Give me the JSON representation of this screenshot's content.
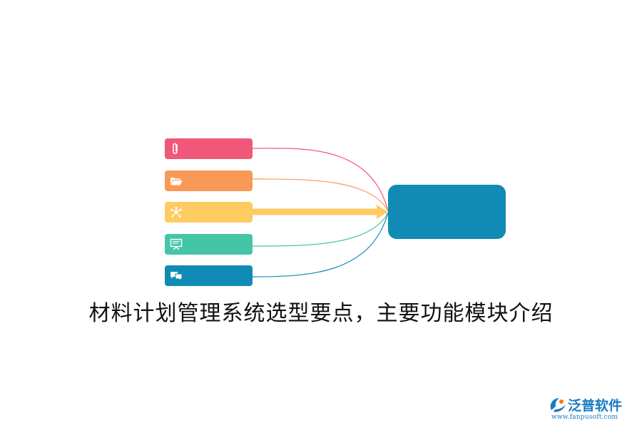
{
  "title": "材料计划管理系统选型要点，主要功能模块介绍",
  "diagram": {
    "hub": {
      "color": "#118bb6"
    },
    "items": [
      {
        "icon": "paperclip-icon",
        "color": "#f0587a"
      },
      {
        "icon": "folder-open-icon",
        "color": "#f89a55"
      },
      {
        "icon": "network-icon",
        "color": "#fecb62"
      },
      {
        "icon": "presentation-icon",
        "color": "#45c5a8"
      },
      {
        "icon": "chat-bubbles-icon",
        "color": "#118bb6"
      }
    ]
  },
  "logo": {
    "brand": "泛普软件",
    "url": "www.fanpusoft.com",
    "brand_color": "#1a7bc2",
    "accent_color": "#f47a20"
  }
}
